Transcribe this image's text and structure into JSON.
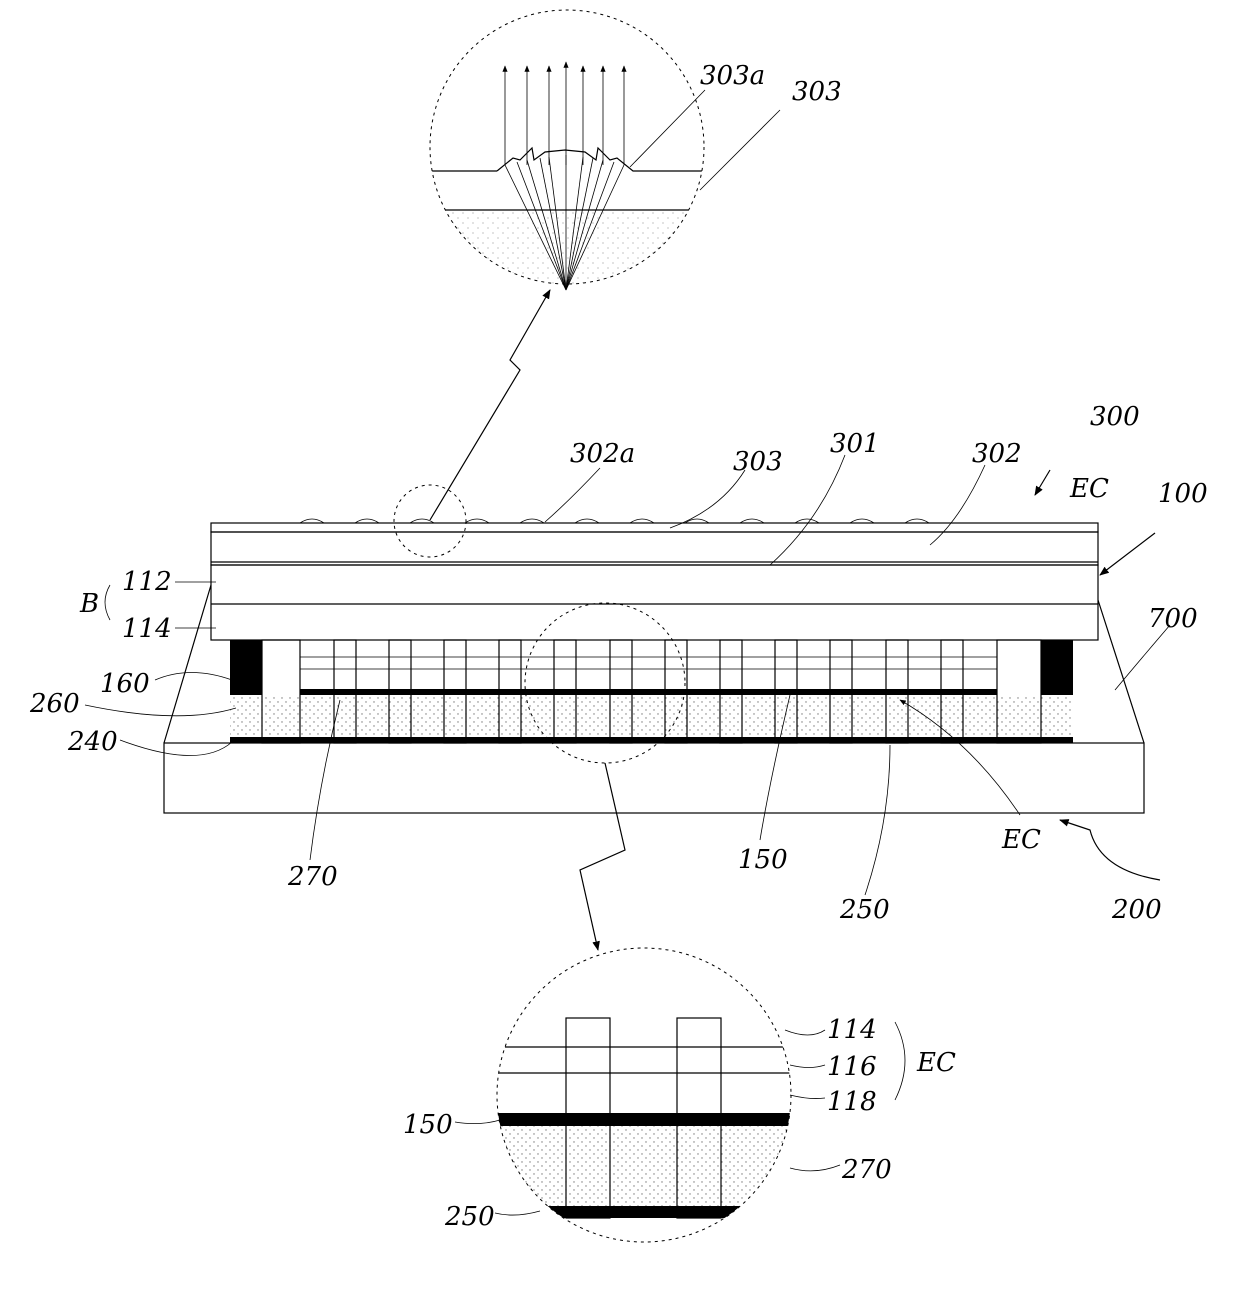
{
  "labels": {
    "l303a_top": "303a",
    "l303_top": "303",
    "l300": "300",
    "l302a": "302a",
    "l303_mid": "303",
    "l301": "301",
    "l302": "302",
    "lEC_top": "EC",
    "l100": "100",
    "lB": "B",
    "l112": "112",
    "l114": "114",
    "l700": "700",
    "l160": "160",
    "l260": "260",
    "l240": "240",
    "l270": "270",
    "l150": "150",
    "lEC_mid": "EC",
    "l250": "250",
    "l200": "200",
    "d114": "114",
    "d116": "116",
    "dEC": "EC",
    "d118": "118",
    "d150": "150",
    "d270": "270",
    "d250": "250"
  }
}
